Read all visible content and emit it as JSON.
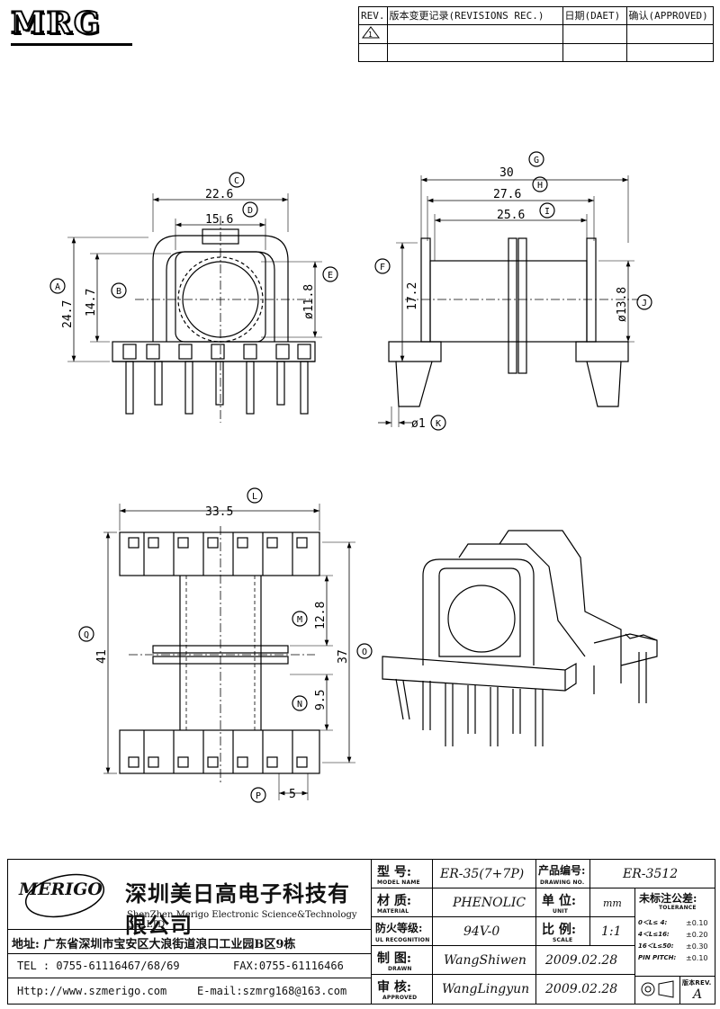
{
  "header": {
    "logo": "MRG",
    "rev_table": {
      "headers": [
        "REV.",
        "版本变更记录(REVISIONS REC.)",
        "日期(DAET)",
        "确认(APPROVED)"
      ],
      "rev_mark": "1"
    }
  },
  "drawing": {
    "dims": {
      "c": "22.6",
      "d": "15.6",
      "a": "24.7",
      "b": "14.7",
      "e": "ø11.8",
      "g": "30",
      "h": "27.6",
      "i": "25.6",
      "f": "17.2",
      "j": "ø13.8",
      "k": "ø1",
      "l": "33.5",
      "m": "12.8",
      "n": "9.5",
      "q": "41",
      "o": "37",
      "p": "5"
    },
    "markers": {
      "c": "C",
      "d": "D",
      "a": "A",
      "b": "B",
      "e": "E",
      "g": "G",
      "h": "H",
      "i": "I",
      "f": "F",
      "j": "J",
      "k": "K",
      "l": "L",
      "m": "M",
      "n": "N",
      "q": "Q",
      "o": "O",
      "p": "P"
    }
  },
  "title_block": {
    "company_logo": "MERIGO",
    "company_cn": "深圳美日高电子科技有限公司",
    "company_en": "ShenZhen Merigo Electronic Science&Technology CO.,LTD",
    "address": "地址: 广东省深圳市宝安区大浪街道浪口工业园B区9栋",
    "tel": "TEL : 0755-61116467/68/69",
    "fax": "FAX:0755-61116466",
    "http": "Http://www.szmerigo.com",
    "email": "E-mail:szmrg168@163.com",
    "model_label": "型 号:",
    "model_sub": "MODEL NAME",
    "model_value": "ER-35(7+7P)",
    "drawing_no_label": "产品编号:",
    "drawing_no_sub": "DRAWING NO.",
    "drawing_no_value": "ER-3512",
    "material_label": "材 质:",
    "material_sub": "MATERIAL",
    "material_value": "PHENOLIC",
    "unit_label": "单 位:",
    "unit_sub": "UNIT",
    "unit_value": "mm",
    "fire_label": "防火等级:",
    "fire_sub": "UL RECOGNITION",
    "fire_value": "94V-0",
    "scale_label": "比 例:",
    "scale_sub": "SCALE",
    "scale_value": "1:1",
    "drawn_label": "制 图:",
    "drawn_sub": "DRAWN",
    "drawn_value": "WangShiwen",
    "drawn_date": "2009.02.28",
    "approved_label": "审 核:",
    "approved_sub": "APPROVED",
    "approved_value": "WangLingyun",
    "approved_date": "2009.02.28",
    "tolerance_title": "未标注公差:",
    "tolerance_sub": "TOLERANCE",
    "tolerances": [
      {
        "range": "0＜L≤ 4:",
        "value": "±0.10"
      },
      {
        "range": "4＜L≤16:",
        "value": "±0.20"
      },
      {
        "range": "16＜L≤50:",
        "value": "±0.30"
      },
      {
        "range": "PIN PITCH:",
        "value": "±0.10"
      }
    ],
    "version_label": "版本REV.",
    "version_value": "A"
  }
}
